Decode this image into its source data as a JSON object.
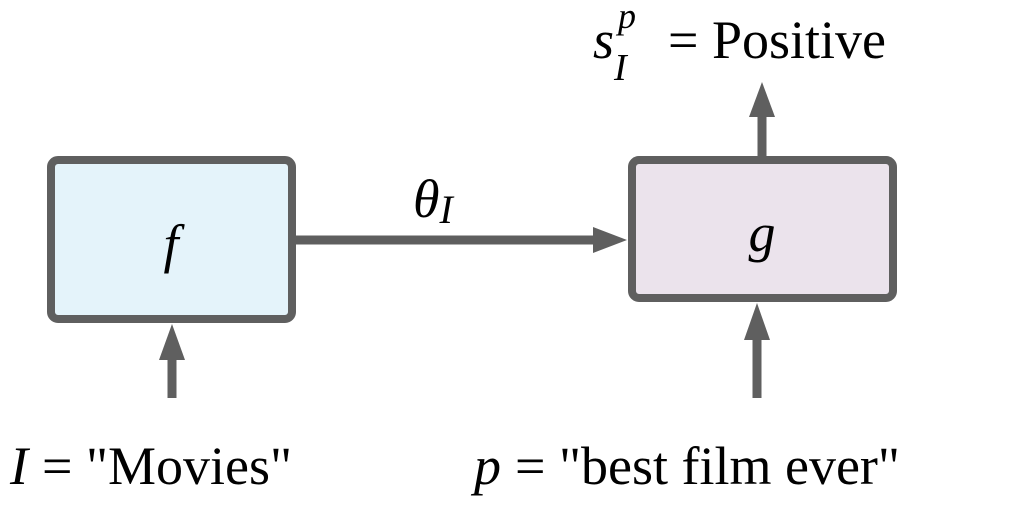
{
  "nodes": {
    "f": {
      "label": "f",
      "fill": "#e4f3fa"
    },
    "g": {
      "label": "g",
      "fill": "#ebe3ec"
    }
  },
  "edges": {
    "f_to_g": {
      "symbol": "θ",
      "subscript": "I"
    }
  },
  "output": {
    "var": "s",
    "superscript": "p",
    "subscript": "I",
    "value": "= Positive"
  },
  "input_f": {
    "var": "I",
    "value": "= \"Movies\""
  },
  "input_g": {
    "var": "p",
    "value": "= \"best film ever\""
  },
  "colors": {
    "stroke": "#5f5f5f",
    "text": "#000000"
  }
}
